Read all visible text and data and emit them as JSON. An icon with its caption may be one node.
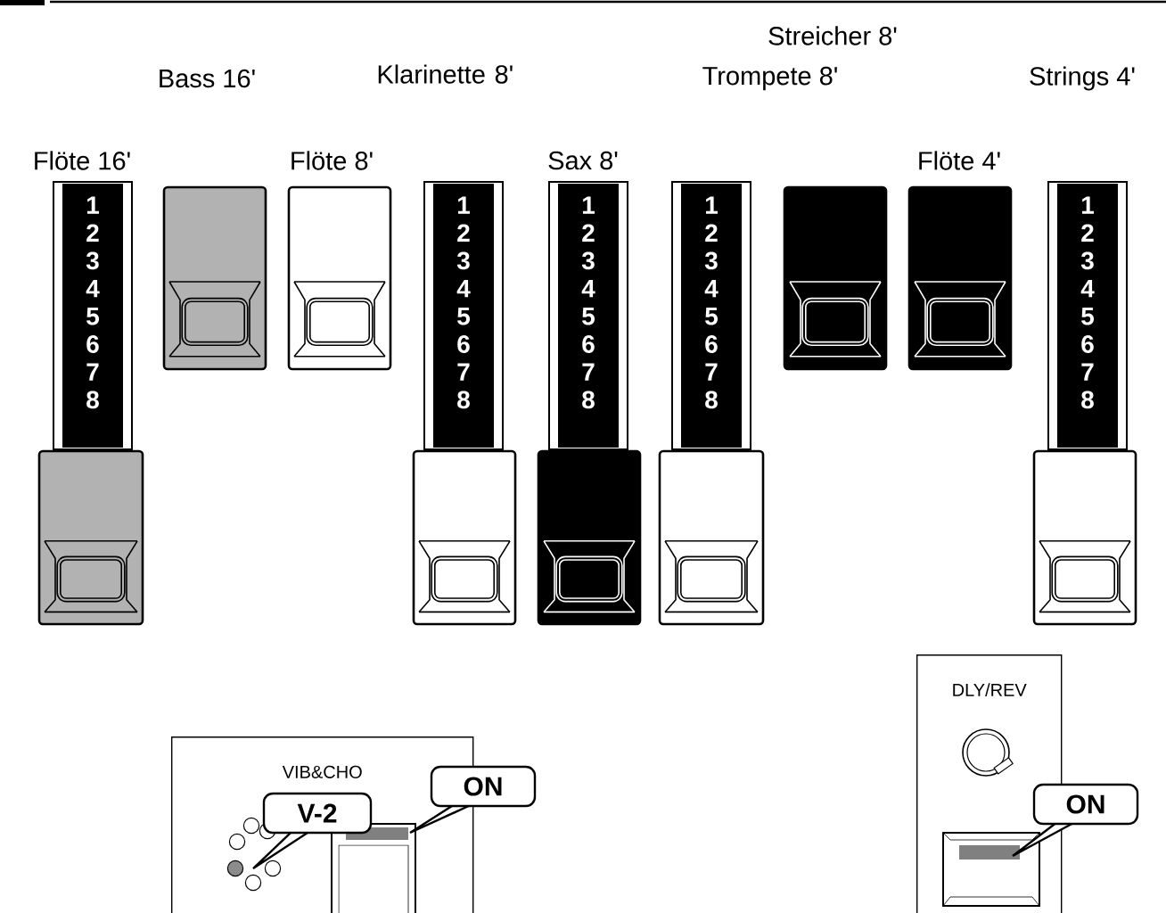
{
  "diagram": {
    "nodes": [
      {
        "text": [
          "VIB&CHO"
        ]
      },
      {
        "text": [
          "V-2"
        ],
        "in": 0
      },
      {
        "text": [
          "ON"
        ]
      },
      {
        "text": [
          "DLY/REV"
        ]
      },
      {
        "text": [
          "ON"
        ]
      }
    ],
    "labels": [
      "Streicher 8'",
      "Bass 16'",
      "Klarinette 8'",
      "Trompete 8'",
      "Strings 4'",
      "Flöte 16'",
      "Flöte 8'",
      "Sax 8'",
      "Flöte 4'",
      "1",
      "2",
      "3",
      "4",
      "5",
      "6",
      "7",
      "8",
      "1",
      "2",
      "3",
      "4",
      "5",
      "6",
      "7",
      "8",
      "1",
      "2",
      "3",
      "4",
      "5",
      "6",
      "7",
      "8",
      "1",
      "2",
      "3",
      "4",
      "5",
      "6",
      "7",
      "8",
      "1",
      "2",
      "3",
      "4",
      "5",
      "6",
      "7",
      "8"
    ]
  }
}
